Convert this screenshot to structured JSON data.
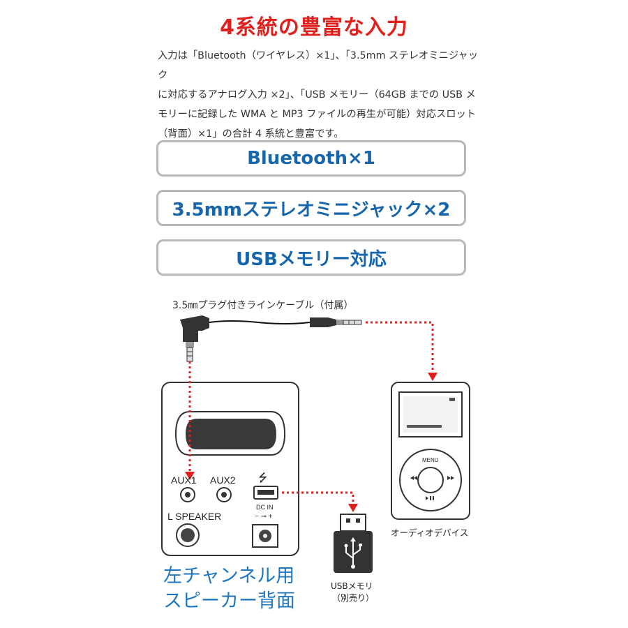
{
  "title": "4系統の豊富な入力",
  "description": [
    "入力は「Bluetooth（ワイヤレス）×1」、「3.5mm ステレオミニジャック",
    "に対応するアナログ入力 ×2」、「USB メモリー（64GB までの USB メ",
    "モリーに記録した WMA と MP3 ファイルの再生が可能）対応スロット",
    "（背面）×1」の合計 4 系統と豊富です。"
  ],
  "features": {
    "bluetooth": "Bluetooth×1",
    "aux": "3.5mmステレオミニジャック×2",
    "usb": "USBメモリー対応"
  },
  "diagram": {
    "cable_label": "3.5㎜プラグ付きラインケーブル（付属）",
    "ports": {
      "aux1": "AUX1",
      "aux2": "AUX2",
      "usb_symbol": "⭍",
      "dc_in": "DC IN",
      "dc_polarity": "− ⊸ +",
      "l_speaker": "L SPEAKER"
    },
    "speaker_caption_line1": "左チャンネル用",
    "speaker_caption_line2": "スピーカー背面",
    "audio_device_label": "オーディオデバイス",
    "player_menu": "MENU",
    "usb_memory_label_line1": "USBメモリ",
    "usb_memory_label_line2": "（別売り）"
  },
  "colors": {
    "title_red": "#e0201c",
    "feature_blue": "#1566ad",
    "caption_blue": "#1f77c0",
    "dotted_arrow_red": "#e0201c",
    "box_border_gray": "#b9b9b9"
  }
}
